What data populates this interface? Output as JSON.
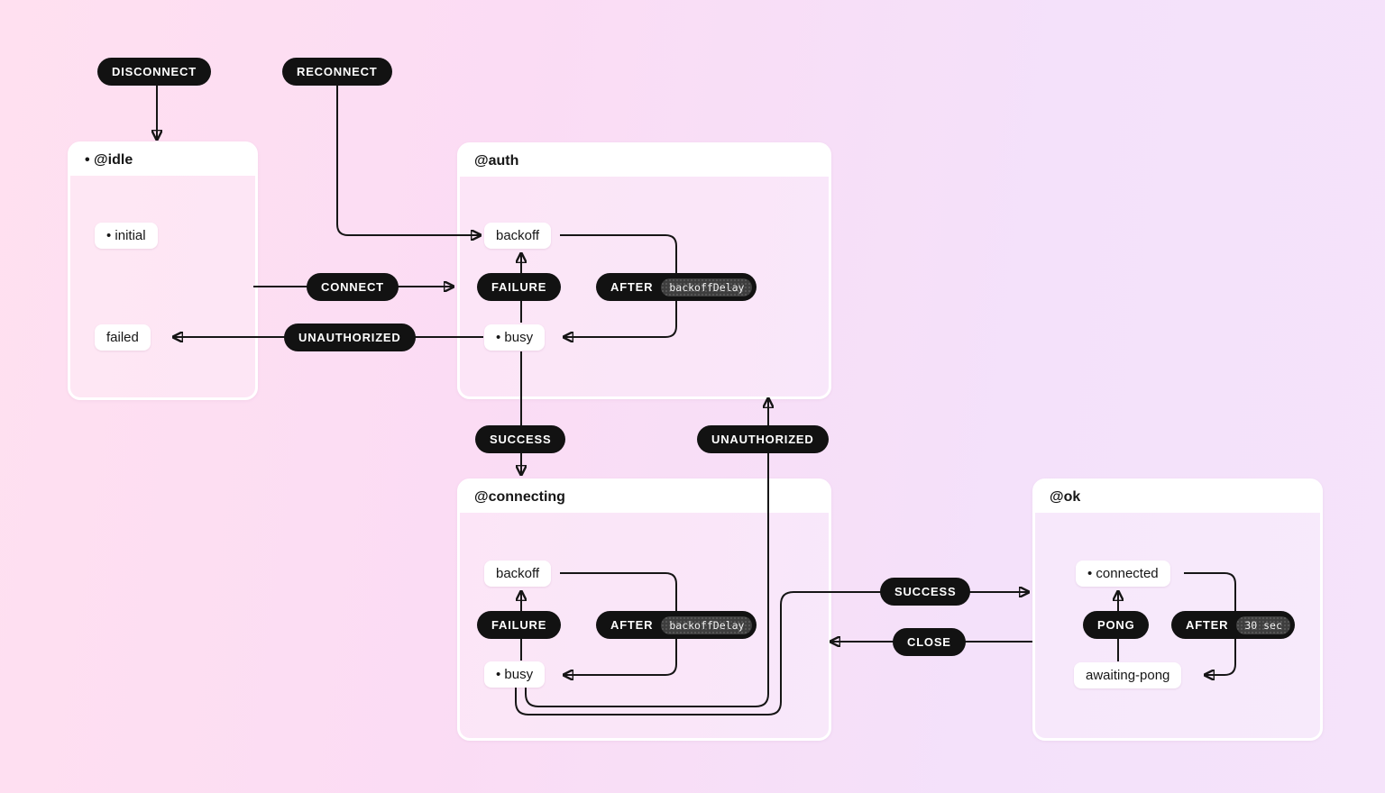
{
  "diagram": {
    "background": {
      "gradient_from": "#ffe0f0",
      "gradient_to": "#f5e3fa"
    },
    "colors": {
      "event_pill_bg": "#121212",
      "event_pill_text": "#ffffff",
      "delay_badge_bg": "#3e3e3e",
      "node_bg": "#ffffff",
      "node_text": "#161616",
      "wire": "#161616",
      "state_border": "#ffffff"
    },
    "states": [
      {
        "id": "idle",
        "title": "• @idle",
        "nodes": [
          {
            "id": "initial",
            "label": "• initial"
          },
          {
            "id": "failed",
            "label": "failed"
          }
        ]
      },
      {
        "id": "auth",
        "title": "@auth",
        "nodes": [
          {
            "id": "backoff",
            "label": "backoff"
          },
          {
            "id": "busy",
            "label": "• busy"
          }
        ]
      },
      {
        "id": "connecting",
        "title": "@connecting",
        "nodes": [
          {
            "id": "backoff",
            "label": "backoff"
          },
          {
            "id": "busy",
            "label": "• busy"
          }
        ]
      },
      {
        "id": "ok",
        "title": "@ok",
        "nodes": [
          {
            "id": "connected",
            "label": "• connected"
          },
          {
            "id": "awaiting-pong",
            "label": "awaiting-pong"
          }
        ]
      }
    ],
    "transitions": [
      {
        "id": "disconnect",
        "label": "DISCONNECT"
      },
      {
        "id": "reconnect",
        "label": "RECONNECT"
      },
      {
        "id": "connect",
        "label": "CONNECT"
      },
      {
        "id": "auth-failure",
        "label": "FAILURE"
      },
      {
        "id": "auth-after",
        "label": "AFTER",
        "badge": "backoffDelay"
      },
      {
        "id": "unauthorized-to-failed",
        "label": "UNAUTHORIZED"
      },
      {
        "id": "auth-success",
        "label": "SUCCESS"
      },
      {
        "id": "connecting-unauthorized",
        "label": "UNAUTHORIZED"
      },
      {
        "id": "connecting-failure",
        "label": "FAILURE"
      },
      {
        "id": "connecting-after",
        "label": "AFTER",
        "badge": "backoffDelay"
      },
      {
        "id": "connecting-success",
        "label": "SUCCESS"
      },
      {
        "id": "close",
        "label": "CLOSE"
      },
      {
        "id": "pong",
        "label": "PONG"
      },
      {
        "id": "ok-after",
        "label": "AFTER",
        "badge": "30 sec"
      }
    ]
  }
}
